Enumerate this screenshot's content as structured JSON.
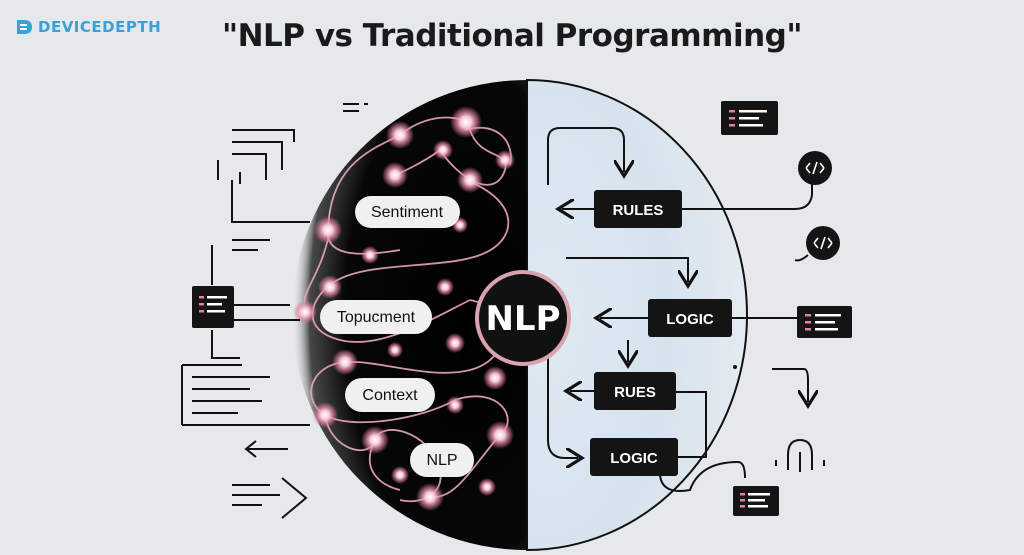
{
  "brand": {
    "logo_text": "DEVICEDEPTH"
  },
  "title": "\"NLP vs Traditional Programming\"",
  "center_label": "NLP",
  "nlp_side": {
    "pills": [
      "Sentiment",
      "Topucment",
      "Context",
      "NLP"
    ]
  },
  "traditional_side": {
    "boxes": [
      "RULES",
      "LOGIC",
      "RUES",
      "LOGIC"
    ]
  },
  "icons": [
    "code-icon",
    "code-icon",
    "document-icon",
    "arrow-icon"
  ],
  "colors": {
    "background": "#e6e9ec",
    "node_glow": "#f3b3c6",
    "accent_ring": "#d9a3ad",
    "right_fill": "#dbe6ef",
    "box": "#141414"
  }
}
